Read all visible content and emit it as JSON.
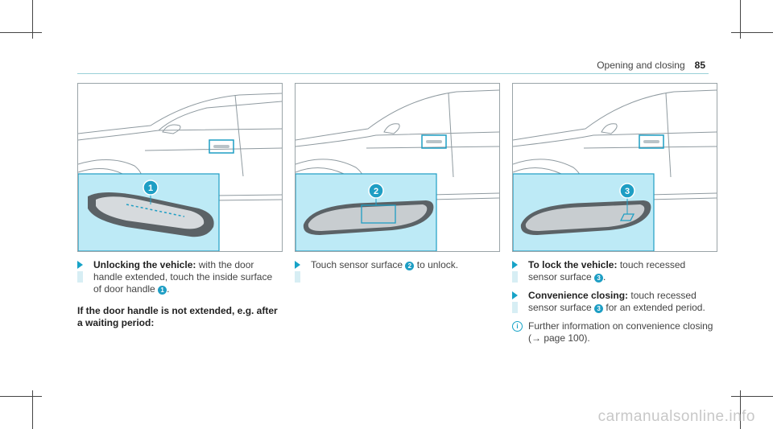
{
  "header": {
    "section_title": "Opening and closing",
    "page_number": "85"
  },
  "figures": [
    {
      "badge": "1"
    },
    {
      "badge": "2"
    },
    {
      "badge": "3"
    }
  ],
  "column1": {
    "step1": {
      "bold": "Unlocking the vehicle:",
      "text": " with the door handle extended, touch the inside surface of door handle ",
      "badge": "1",
      "tail": "."
    },
    "note": "If the door handle is not extended, e.g. after a waiting period:"
  },
  "column2": {
    "step1": {
      "text": "Touch sensor surface ",
      "badge": "2",
      "tail": " to unlock."
    }
  },
  "column3": {
    "step1": {
      "bold": "To lock the vehicle:",
      "text": " touch recessed sensor surface ",
      "badge": "3",
      "tail": "."
    },
    "step2": {
      "bold": "Convenience closing:",
      "text": " touch recessed sensor surface ",
      "badge": "3",
      "tail": " for an extended period."
    },
    "info": {
      "icon": "i",
      "text": "Further information on convenience closing (→ page 100)."
    }
  },
  "watermark": "carmanualsonline.info",
  "colors": {
    "accent": "#17a3c7",
    "inset_bg": "#bdeaf6",
    "rule": "#9ad0d8"
  }
}
